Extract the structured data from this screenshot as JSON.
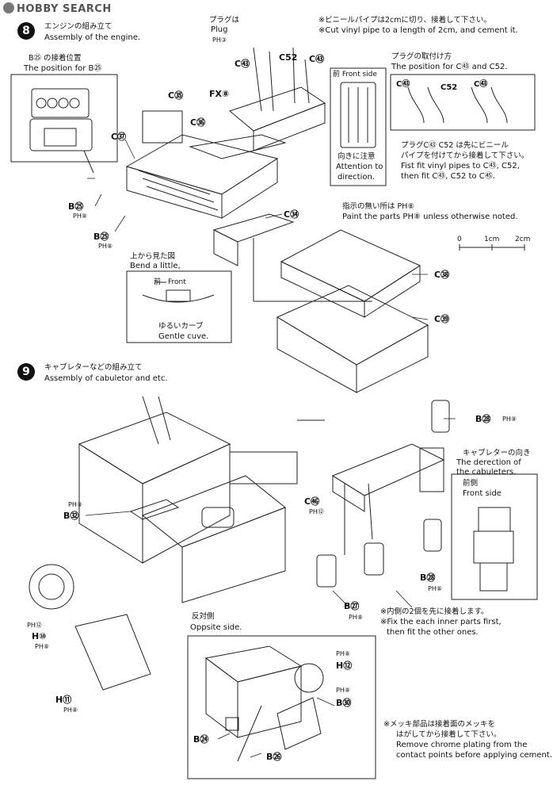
{
  "logo": {
    "text": "HOBBY SEARCH"
  },
  "step8": {
    "number": "8",
    "title_jp": "エンジンの組み立て",
    "title_en": "Assembly of the engine.",
    "b25_position_jp": "B㉕ の接着位置",
    "b25_position_en": "The position for B㉕",
    "plug_jp": "プラグは",
    "plug_en": "Plug",
    "plug_paint": "PH③",
    "vinyl_note_jp": "※ビニールパイプは2cmに切り、接着して下さい。",
    "vinyl_note_en": "※Cut vinyl pipe to a length of 2cm, and cement it.",
    "front_side": "前 Front side",
    "attention_jp": "向きに注意",
    "attention_en_1": "Attention to",
    "attention_en_2": "direction.",
    "plug_fit_jp": "プラグの取付け方",
    "plug_fit_en": "The position for C㊸ and C52.",
    "fit_note_jp_1": "プラグC㊸ C52 は先にビニール",
    "fit_note_jp_2": "パイプを付けてから接着して下さい。",
    "fit_note_en_1": "Fist fit vinyl pipes to C㊸, C52,",
    "fit_note_en_2": "then fit C㊸, C52 to C㊺.",
    "paint_note_jp": "指示の無い所は PH⑧",
    "paint_note_en": "Paint the parts PH⑧ unless otherwise noted.",
    "scale": {
      "zero": "0",
      "one": "1cm",
      "two": "2cm"
    },
    "bend_jp": "上から見た図",
    "bend_en": "Bend a little,",
    "front": "前　Front",
    "gentle_jp": "ゆるいカーブ",
    "gentle_en": "Gentle cuve.",
    "labels": {
      "c43a": "C㊸",
      "c52a": "C52",
      "c43b": "C㊸",
      "fx8": "FX⑧",
      "c35": "C㉟",
      "c36": "C㊱",
      "c37": "C㊲",
      "c34": "C㉞",
      "c38": "C㊳",
      "c39": "C㊴",
      "b25a": "B㉕",
      "b25b": "B㉕",
      "c43c": "C㊸",
      "c52b": "C52",
      "c43d": "C㊸"
    },
    "ph_b25a": "PH⑧",
    "ph_b25b": "PH⑧"
  },
  "step9": {
    "number": "9",
    "title_jp": "キャブレターなどの組み立て",
    "title_en": "Assembly of cabuletor and etc.",
    "carb_dir_jp": "キャブレターの向き",
    "carb_dir_en_1": "The derection of",
    "carb_dir_en_2": "the cabuleters.",
    "front_jp": "前側",
    "front_en": "Front side",
    "inner_note_jp": "※内側の2個を先に接着します。",
    "inner_note_en_1": "※Fix the each inner parts first,",
    "inner_note_en_2": "then fit the other ones.",
    "opposite_jp": "反対側",
    "opposite_en": "Oppsite side.",
    "chrome_note_jp_1": "※メッキ部品は接着面のメッキを",
    "chrome_note_jp_2": "はがしてから接着して下さい。",
    "chrome_note_en_1": "Remove chrome plating from the",
    "chrome_note_en_2": "contact points before applying cement.",
    "labels": {
      "b28a": "B㉘",
      "ph_b28a": "PH⑧",
      "c46": "C㊻",
      "ph_c46": "PH⑫",
      "ph_b32": "PH⑧",
      "b32": "B㉜",
      "b28b": "B㉘",
      "ph_b28b": "PH⑧",
      "b27": "B㉗",
      "ph_b27": "PH⑧",
      "ph_h10a": "PH⑫",
      "h10": "H⑩",
      "ph_h10b": "PH⑧",
      "h11": "H⑪",
      "ph_h11": "PH⑧",
      "ph_h12a": "PH⑧",
      "h12": "H⑫",
      "ph_b30": "PH⑧",
      "b30": "B㉚",
      "b24": "B㉔",
      "b26": "B㉖"
    }
  }
}
